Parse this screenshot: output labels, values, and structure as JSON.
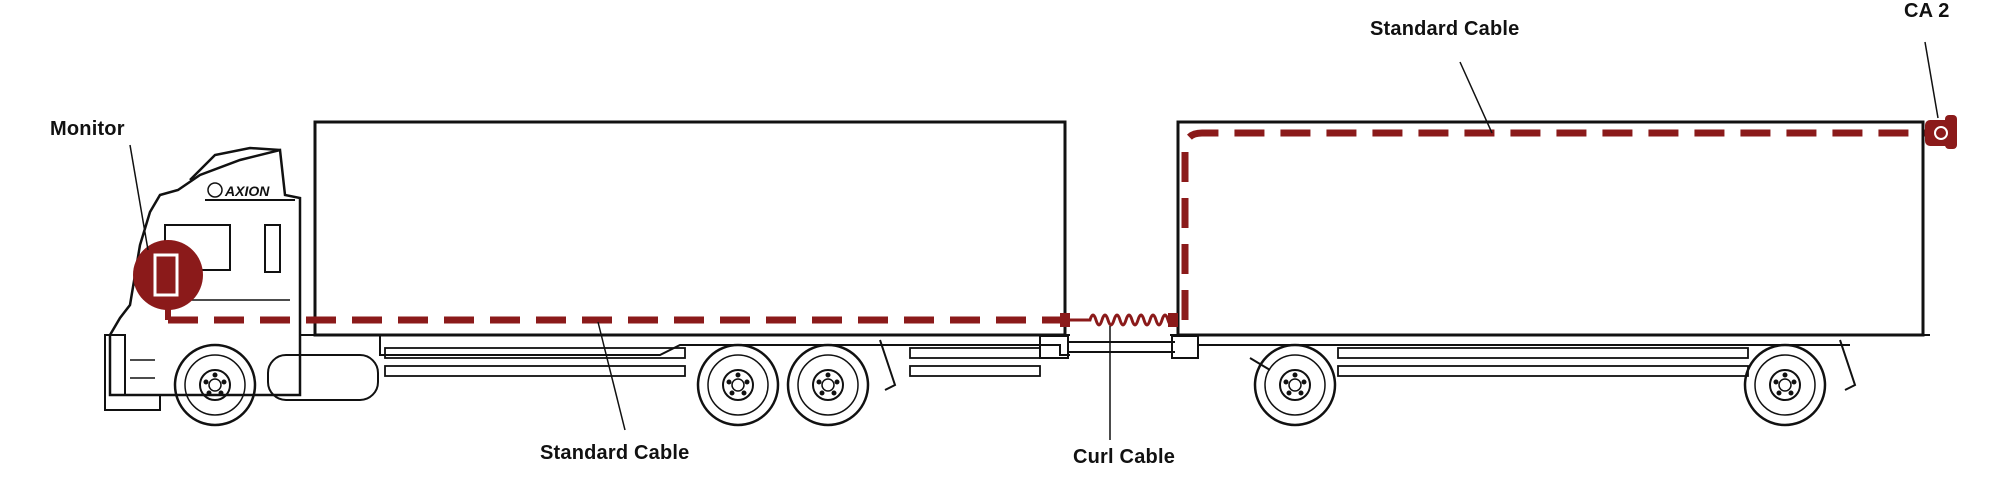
{
  "labels": {
    "monitor": "Monitor",
    "standard_cable_top": "Standard Cable",
    "standard_cable_bottom": "Standard Cable",
    "curl_cable": "Curl Cable",
    "camera": "CA 2"
  },
  "cab_logo": "AXION",
  "colors": {
    "cable": "#8b1a1a",
    "outline": "#111111",
    "background": "#ffffff"
  }
}
